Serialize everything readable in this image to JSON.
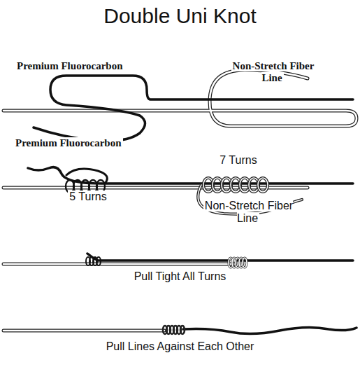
{
  "diagram": {
    "title": "Double Uni Knot",
    "labels": [
      "Premium Fluorocarbon",
      "Non-Stretch Fiber Line",
      "Premium Fluorocarbon",
      "7 Turns",
      "5 Turns",
      "Non-Stretch Fiber Line",
      "Pull Tight All Turns",
      "Pull Lines Against Each Other"
    ]
  }
}
